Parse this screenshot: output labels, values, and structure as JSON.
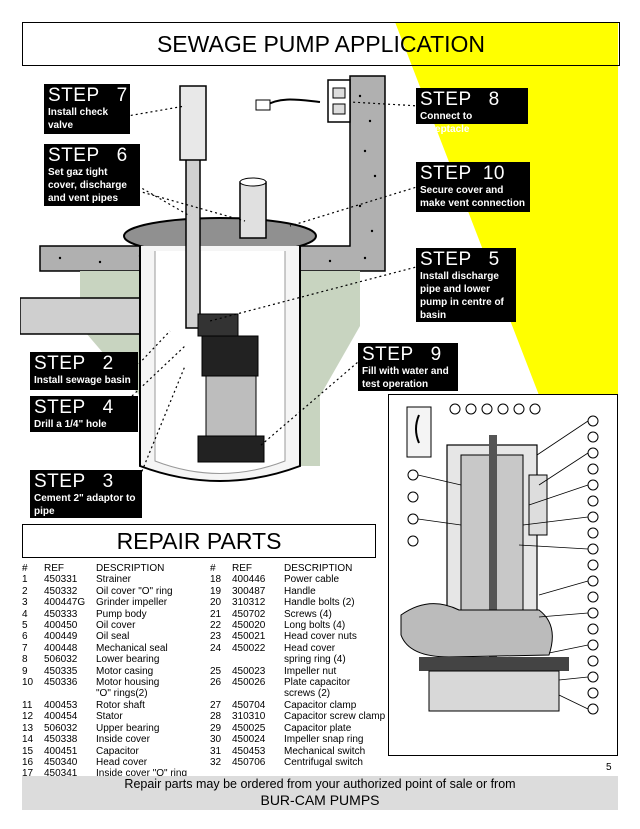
{
  "title": "SEWAGE PUMP APPLICATION",
  "steps": [
    {
      "id": "7",
      "heading": "STEP   7",
      "text": "Install check valve"
    },
    {
      "id": "6",
      "heading": "STEP   6",
      "text": "Set gaz tight cover, discharge and vent pipes"
    },
    {
      "id": "8",
      "heading": "STEP   8",
      "text": "Connect to receptacle"
    },
    {
      "id": "10",
      "heading": "STEP  10",
      "text": "Secure cover and make vent connection"
    },
    {
      "id": "5",
      "heading": "STEP   5",
      "text": "Install discharge pipe and lower pump in centre of basin"
    },
    {
      "id": "9",
      "heading": "STEP   9",
      "text": "Fill with water and test operation"
    },
    {
      "id": "2",
      "heading": "STEP   2",
      "text": "Install sewage basin"
    },
    {
      "id": "4",
      "heading": "STEP   4",
      "text": "Drill a 1/4\" hole"
    },
    {
      "id": "3",
      "heading": "STEP   3",
      "text": "Cement 2\" adaptor to pipe"
    }
  ],
  "repair": {
    "title": "REPAIR PARTS",
    "headers": {
      "no": "#",
      "ref": "REF",
      "desc": "DESCRIPTION"
    },
    "left": [
      {
        "no": "1",
        "ref": "450331",
        "desc": "Strainer"
      },
      {
        "no": "2",
        "ref": "450332",
        "desc": "Oil cover \"O\" ring"
      },
      {
        "no": "3",
        "ref": "400447G",
        "desc": "Grinder impeller"
      },
      {
        "no": "4",
        "ref": "450333",
        "desc": "Pump body"
      },
      {
        "no": "5",
        "ref": "400450",
        "desc": "Oil cover"
      },
      {
        "no": "6",
        "ref": "400449",
        "desc": "Oil seal"
      },
      {
        "no": "7",
        "ref": "400448",
        "desc": "Mechanical seal"
      },
      {
        "no": "8",
        "ref": "506032",
        "desc": "Lower bearing"
      },
      {
        "no": "9",
        "ref": "450335",
        "desc": "Motor casing"
      },
      {
        "no": "10",
        "ref": "450336",
        "desc": "Motor housing"
      },
      {
        "no": "",
        "ref": "",
        "desc": "\"O\" rings(2)"
      },
      {
        "no": "11",
        "ref": "400453",
        "desc": "Rotor shaft"
      },
      {
        "no": "12",
        "ref": "400454",
        "desc": "Stator"
      },
      {
        "no": "13",
        "ref": "506032",
        "desc": "Upper bearing"
      },
      {
        "no": "14",
        "ref": "450338",
        "desc": "Inside cover"
      },
      {
        "no": "15",
        "ref": "400451",
        "desc": "Capacitor"
      },
      {
        "no": "16",
        "ref": "450340",
        "desc": "Head cover"
      },
      {
        "no": "17",
        "ref": "450341",
        "desc": "Inside cover \"O\" ring"
      }
    ],
    "right": [
      {
        "no": "18",
        "ref": "400446",
        "desc": "Power cable"
      },
      {
        "no": "19",
        "ref": "300487",
        "desc": "Handle"
      },
      {
        "no": "20",
        "ref": "310312",
        "desc": "Handle bolts (2)"
      },
      {
        "no": "21",
        "ref": "450702",
        "desc": "Screws (4)"
      },
      {
        "no": "22",
        "ref": "450020",
        "desc": "Long bolts (4)"
      },
      {
        "no": "23",
        "ref": "450021",
        "desc": "Head cover nuts"
      },
      {
        "no": "24",
        "ref": "450022",
        "desc": "Head cover"
      },
      {
        "no": "",
        "ref": "",
        "desc": "spring ring (4)"
      },
      {
        "no": "25",
        "ref": "450023",
        "desc": "Impeller nut"
      },
      {
        "no": "26",
        "ref": "450026",
        "desc": "Plate capacitor"
      },
      {
        "no": "",
        "ref": "",
        "desc": "screws (2)"
      },
      {
        "no": "27",
        "ref": "450704",
        "desc": "Capacitor clamp"
      },
      {
        "no": "28",
        "ref": "310310",
        "desc": "Capacitor screw clamp"
      },
      {
        "no": "29",
        "ref": "450025",
        "desc": "Capacitor plate"
      },
      {
        "no": "30",
        "ref": "450024",
        "desc": "Impeller snap ring"
      },
      {
        "no": "31",
        "ref": "450453",
        "desc": "Mechanical switch"
      },
      {
        "no": "32",
        "ref": "450706",
        "desc": "Centrifugal switch"
      }
    ]
  },
  "page_number": "5",
  "footer": {
    "line1": "Repair parts may be ordered from your authorized point of sale or from",
    "line2": "BUR-CAM PUMPS"
  },
  "colors": {
    "accent_yellow": "#ffff00",
    "concrete": "#a8a8a8",
    "gravel": "#b8c8b0"
  }
}
